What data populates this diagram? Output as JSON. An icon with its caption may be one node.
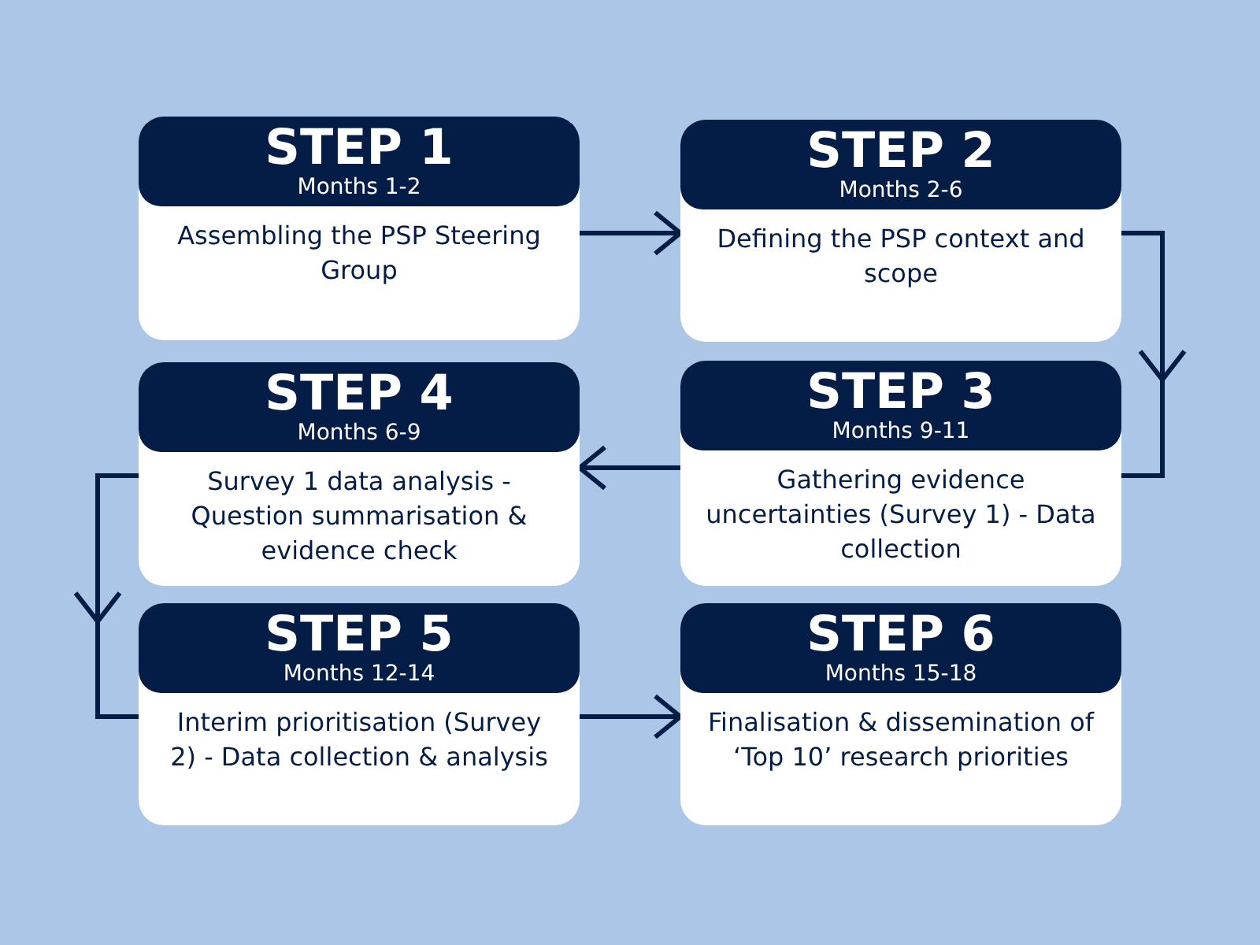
{
  "diagram": {
    "nodes": [
      {
        "text": [
          "STEP 1",
          "Months 1-2",
          "Assembling the PSP Steering Group"
        ]
      },
      {
        "text": [
          "STEP 2",
          "Months 2-6",
          "Defining the PSP context and scope"
        ]
      },
      {
        "text": [
          "STEP 4",
          "Months 6-9",
          "Survey 1 data analysis - Question summarisation & evidence check"
        ]
      },
      {
        "text": [
          "STEP 3",
          "Months 9-11",
          "Gathering evidence uncertainties (Survey 1) - Data collection"
        ]
      },
      {
        "text": [
          "STEP 5",
          "Months 12-14",
          "Interim prioritisation (Survey 2) - Data collection & analysis"
        ]
      },
      {
        "text": [
          "STEP 6",
          "Months 15-18",
          "Finalisation & dissemination of ‘Top 10’ research priorities"
        ]
      }
    ],
    "edges": [
      {
        "from": 0,
        "to": 1,
        "arrow": "to"
      },
      {
        "from": 1,
        "to": 3,
        "arrow": "to"
      },
      {
        "from": 3,
        "to": 2,
        "arrow": "to"
      },
      {
        "from": 2,
        "to": 4,
        "arrow": "to"
      },
      {
        "from": 4,
        "to": 5,
        "arrow": "to"
      }
    ]
  }
}
